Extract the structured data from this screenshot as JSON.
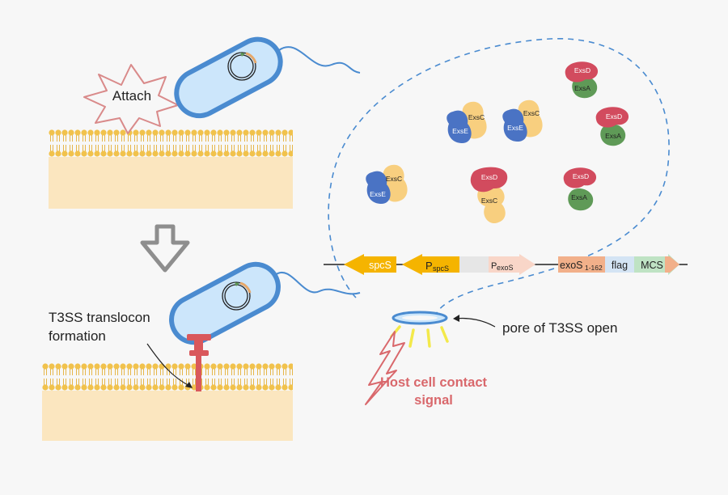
{
  "labels": {
    "attach": "Attach",
    "translocon_line1": "T3SS translocon",
    "translocon_line2": "formation",
    "pore": "pore of T3SS open",
    "signal_line1": "Host cell contact",
    "signal_line2": "signal"
  },
  "proteins": {
    "exsc": "ExsC",
    "exse": "ExsE",
    "exsd": "ExsD",
    "exsa": "ExsA"
  },
  "construct": {
    "spcs": "spcS",
    "pspcs_main": "P",
    "pspcs_sub": "spcS",
    "pexos_main": "P",
    "pexos_sub": "exoS",
    "exos_main": "exoS",
    "exos_sub": "1-162",
    "flag": "flag",
    "mcs": "MCS"
  },
  "colors": {
    "background": "#f7f7f7",
    "membrane_head": "#f1c24c",
    "membrane_body": "#fbe6bf",
    "bacterium_fill": "#cce6fb",
    "bacterium_outline": "#4a8bd0",
    "exsc": "#f8cf7f",
    "exse": "#4a73c4",
    "exsd": "#d24b5e",
    "exsa": "#5f9a57",
    "spcs_arrow": "#f5b400",
    "pexos_arrow": "#f9d6c8",
    "exos_box": "#f2b08a",
    "flag_box": "#d4e4f4",
    "mcs_box": "#bfe3c4",
    "signal_text": "#d9686c",
    "translocon": "#d9585c",
    "pore_rays": "#f3e94a"
  }
}
